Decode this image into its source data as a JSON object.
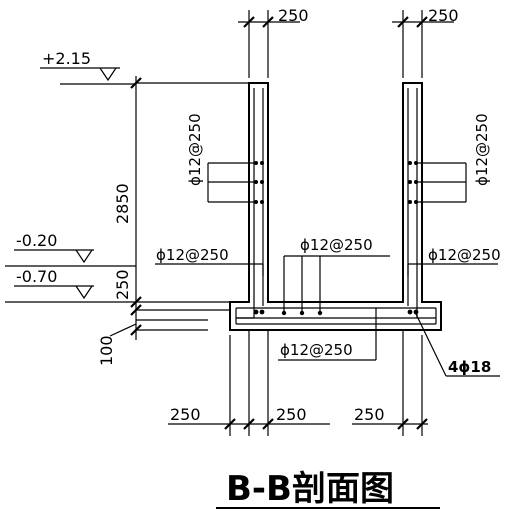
{
  "title": "B-B剖面图",
  "dims": {
    "wall_top_left": "250",
    "wall_top_right": "250",
    "wall_height": "2850",
    "slab_250": "250",
    "slab_100": "100",
    "bottom_left": "250",
    "bottom_mid": "250",
    "bottom_right": "250"
  },
  "elevations": {
    "top": "+2.15",
    "mid": "-0.20",
    "low": "-0.70"
  },
  "rebar": {
    "wall_left_vertical": "ϕ12@250",
    "wall_right_vertical": "ϕ12@250",
    "wall_left_horizontal": "ϕ12@250",
    "slab_top": "ϕ12@250",
    "wall_right_horizontal": "ϕ12@250",
    "slab_bottom": "ϕ12@250",
    "corner_bars": "4ϕ18"
  }
}
